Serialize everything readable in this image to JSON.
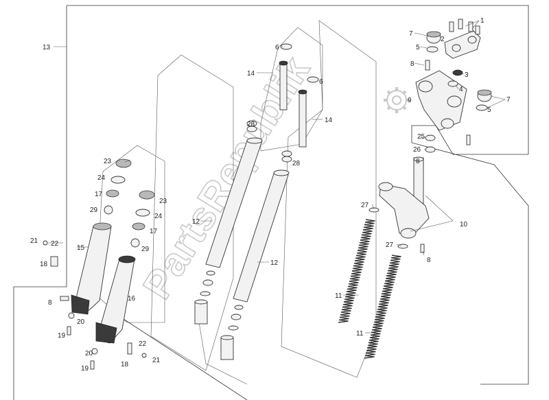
{
  "labels": {
    "l1": "1",
    "l2": "2",
    "l3": "3",
    "l4": "4",
    "l5a": "5",
    "l5b": "5",
    "l6a": "6",
    "l6b": "6",
    "l7a": "7",
    "l7b": "7",
    "l8a": "8",
    "l8b": "8",
    "l8c": "8",
    "l8d": "8",
    "l9": "9",
    "l10": "10",
    "l11a": "11",
    "l11b": "11",
    "l12a": "12",
    "l12b": "12",
    "l13": "13",
    "l14a": "14",
    "l14b": "14",
    "l15": "15",
    "l16": "16",
    "l17a": "17",
    "l17b": "17",
    "l18a": "18",
    "l18b": "18",
    "l19a": "19",
    "l19b": "19",
    "l20a": "20",
    "l20b": "20",
    "l21a": "21",
    "l21b": "21",
    "l22a": "22",
    "l22b": "22",
    "l23a": "23",
    "l23b": "23",
    "l24a": "24",
    "l24b": "24",
    "l25": "25",
    "l26": "26",
    "l27a": "27",
    "l27b": "27",
    "l28a": "28",
    "l28b": "28",
    "l29a": "29",
    "l29b": "29"
  },
  "watermark": {
    "text": "PartsRepublik",
    "icon": "gear-icon"
  }
}
